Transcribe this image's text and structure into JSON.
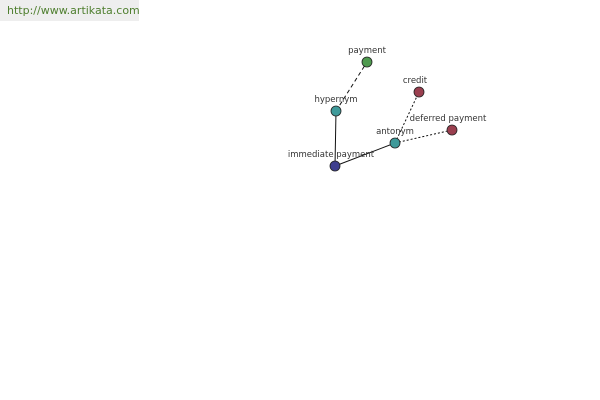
{
  "source_url": "http://www.artikata.com",
  "nodes": [
    {
      "id": "payment",
      "label": "payment",
      "color": "#4f9a4f"
    },
    {
      "id": "hypernym",
      "label": "hypernym",
      "color": "#3f9a9a"
    },
    {
      "id": "credit",
      "label": "credit",
      "color": "#9a3f4f"
    },
    {
      "id": "deferred",
      "label": "deferred payment",
      "color": "#9a3f4f"
    },
    {
      "id": "antonym",
      "label": "antonym",
      "color": "#3f9a9a"
    },
    {
      "id": "immediate",
      "label": "immediate payment",
      "color": "#3f3f8f"
    }
  ],
  "edges": [
    {
      "from": "immediate",
      "to": "hypernym",
      "style": "solid"
    },
    {
      "from": "immediate",
      "to": "antonym",
      "style": "solid"
    },
    {
      "from": "hypernym",
      "to": "payment",
      "style": "dashed"
    },
    {
      "from": "antonym",
      "to": "credit",
      "style": "dotted"
    },
    {
      "from": "antonym",
      "to": "deferred",
      "style": "dotted"
    }
  ]
}
